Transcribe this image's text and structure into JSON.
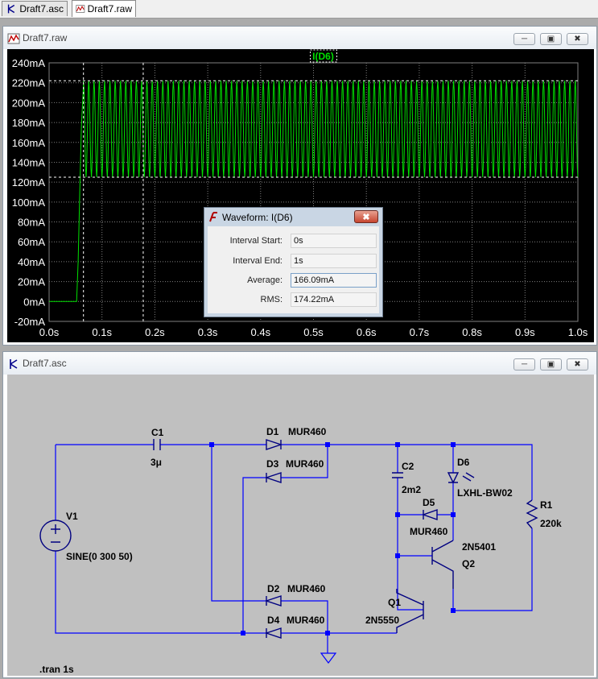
{
  "tabs": [
    {
      "label": "Draft7.asc",
      "icon": "schematic-icon",
      "active": false
    },
    {
      "label": "Draft7.raw",
      "icon": "waveform-icon",
      "active": true
    }
  ],
  "waveform_window": {
    "title": "Draft7.raw",
    "trace_label": "I(D6)",
    "controls": {
      "minimize": "─",
      "restore": "▣",
      "close": "✖"
    }
  },
  "chart_data": {
    "type": "line",
    "title": "I(D6)",
    "xlabel": "",
    "ylabel": "",
    "x_ticks": [
      "0.0s",
      "0.1s",
      "0.2s",
      "0.3s",
      "0.4s",
      "0.5s",
      "0.6s",
      "0.7s",
      "0.8s",
      "0.9s",
      "1.0s"
    ],
    "y_ticks": [
      "240mA",
      "220mA",
      "200mA",
      "180mA",
      "160mA",
      "140mA",
      "120mA",
      "100mA",
      "80mA",
      "60mA",
      "40mA",
      "20mA",
      "0mA",
      "-20mA"
    ],
    "xlim": [
      0,
      1.0
    ],
    "ylim": [
      -20,
      240
    ],
    "series": [
      {
        "color": "#00e000",
        "envelope": {
          "start_x": 0.0,
          "rise_start_x": 0.052,
          "settle_x": 0.065,
          "min_mA": 125,
          "max_mA": 222,
          "frequency_hz": 100
        },
        "points": [
          [
            0.0,
            0
          ],
          [
            0.052,
            0
          ],
          [
            0.055,
            40
          ],
          [
            0.058,
            110
          ],
          [
            0.061,
            175
          ],
          [
            0.065,
            218
          ]
        ]
      }
    ],
    "cursors": {
      "x": [
        0.065,
        0.178
      ],
      "y_mA": [
        222,
        125
      ]
    },
    "colors": {
      "background": "#000000",
      "grid": "#7f7f7f",
      "trace": "#00e000",
      "text": "#ffffff"
    }
  },
  "measure_dialog": {
    "title": "Waveform: I(D6)",
    "rows": [
      {
        "label": "Interval Start:",
        "value": "0s"
      },
      {
        "label": "Interval End:",
        "value": "1s"
      },
      {
        "label": "Average:",
        "value": "166.09mA"
      },
      {
        "label": "RMS:",
        "value": "174.22mA"
      }
    ],
    "close_label": "✖"
  },
  "schematic_window": {
    "title": "Draft7.asc",
    "controls": {
      "minimize": "─",
      "restore": "▣",
      "close": "✖"
    },
    "components": {
      "C1": {
        "name": "C1",
        "value": "3μ"
      },
      "C2": {
        "name": "C2",
        "value": "2m2"
      },
      "D1": {
        "name": "D1",
        "value": "MUR460"
      },
      "D2": {
        "name": "D2",
        "value": "MUR460"
      },
      "D3": {
        "name": "D3",
        "value": "MUR460"
      },
      "D4": {
        "name": "D4",
        "value": "MUR460"
      },
      "D5": {
        "name": "D5",
        "value": "MUR460"
      },
      "D6": {
        "name": "D6",
        "value": "LXHL-BW02"
      },
      "R1": {
        "name": "R1",
        "value": "220k"
      },
      "V1": {
        "name": "V1",
        "value": "SINE(0 300 50)"
      },
      "Q1": {
        "name": "Q1",
        "value": "2N5550"
      },
      "Q2": {
        "name": "Q2",
        "value": "2N5401"
      }
    },
    "directive": ".tran 1s",
    "colors": {
      "wire": "#0000ff",
      "component": "#000080",
      "background": "#c0c0c0"
    }
  }
}
